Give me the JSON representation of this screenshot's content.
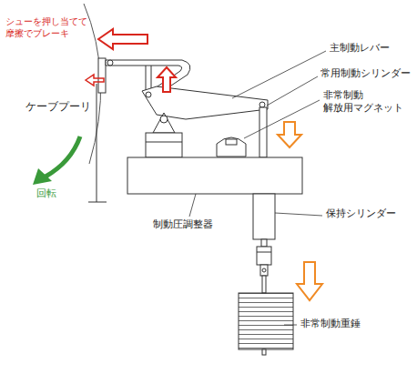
{
  "diagram": {
    "labels": [
      "シューを押し当てて 摩擦でブレーキ",
      "ケーブプーリ",
      "回転",
      "主制動レバー",
      "常用制動シリンダー",
      "非常制動 解放用マグネット",
      "制動圧調整器",
      "保持シリンダー",
      "非常制動重錘"
    ]
  }
}
